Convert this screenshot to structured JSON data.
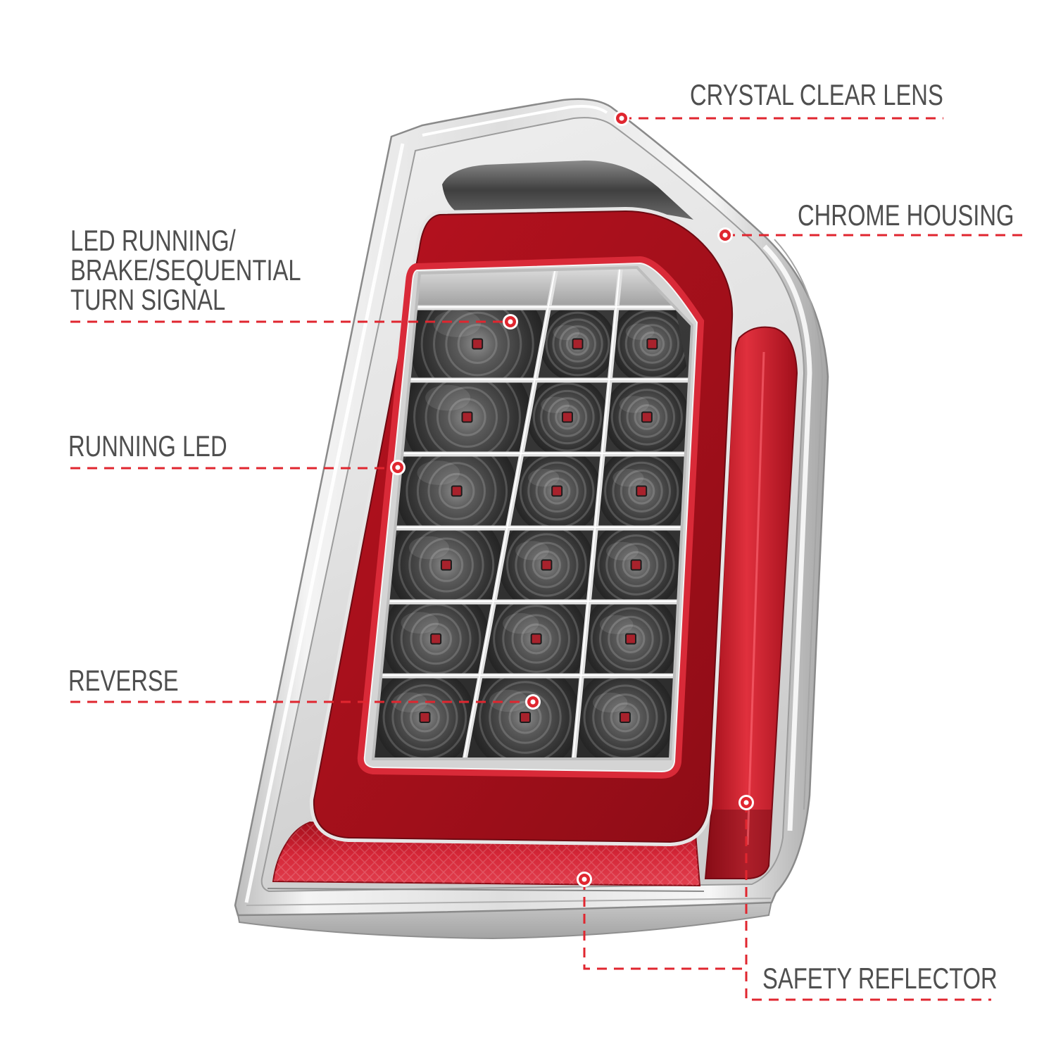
{
  "callouts": {
    "crystal_clear_lens": "CRYSTAL CLEAR LENS",
    "chrome_housing": "CHROME HOUSING",
    "led_running_brake_turn": [
      "LED RUNNING/",
      "BRAKE/SEQUENTIAL",
      "TURN SIGNAL"
    ],
    "running_led": "RUNNING LED",
    "reverse": "REVERSE",
    "safety_reflector": "SAFETY REFLECTOR"
  },
  "colors": {
    "accent": "#e0262f",
    "label": "#4f4f4f",
    "lens_red": "#b8121f",
    "chrome": "#dedede"
  }
}
